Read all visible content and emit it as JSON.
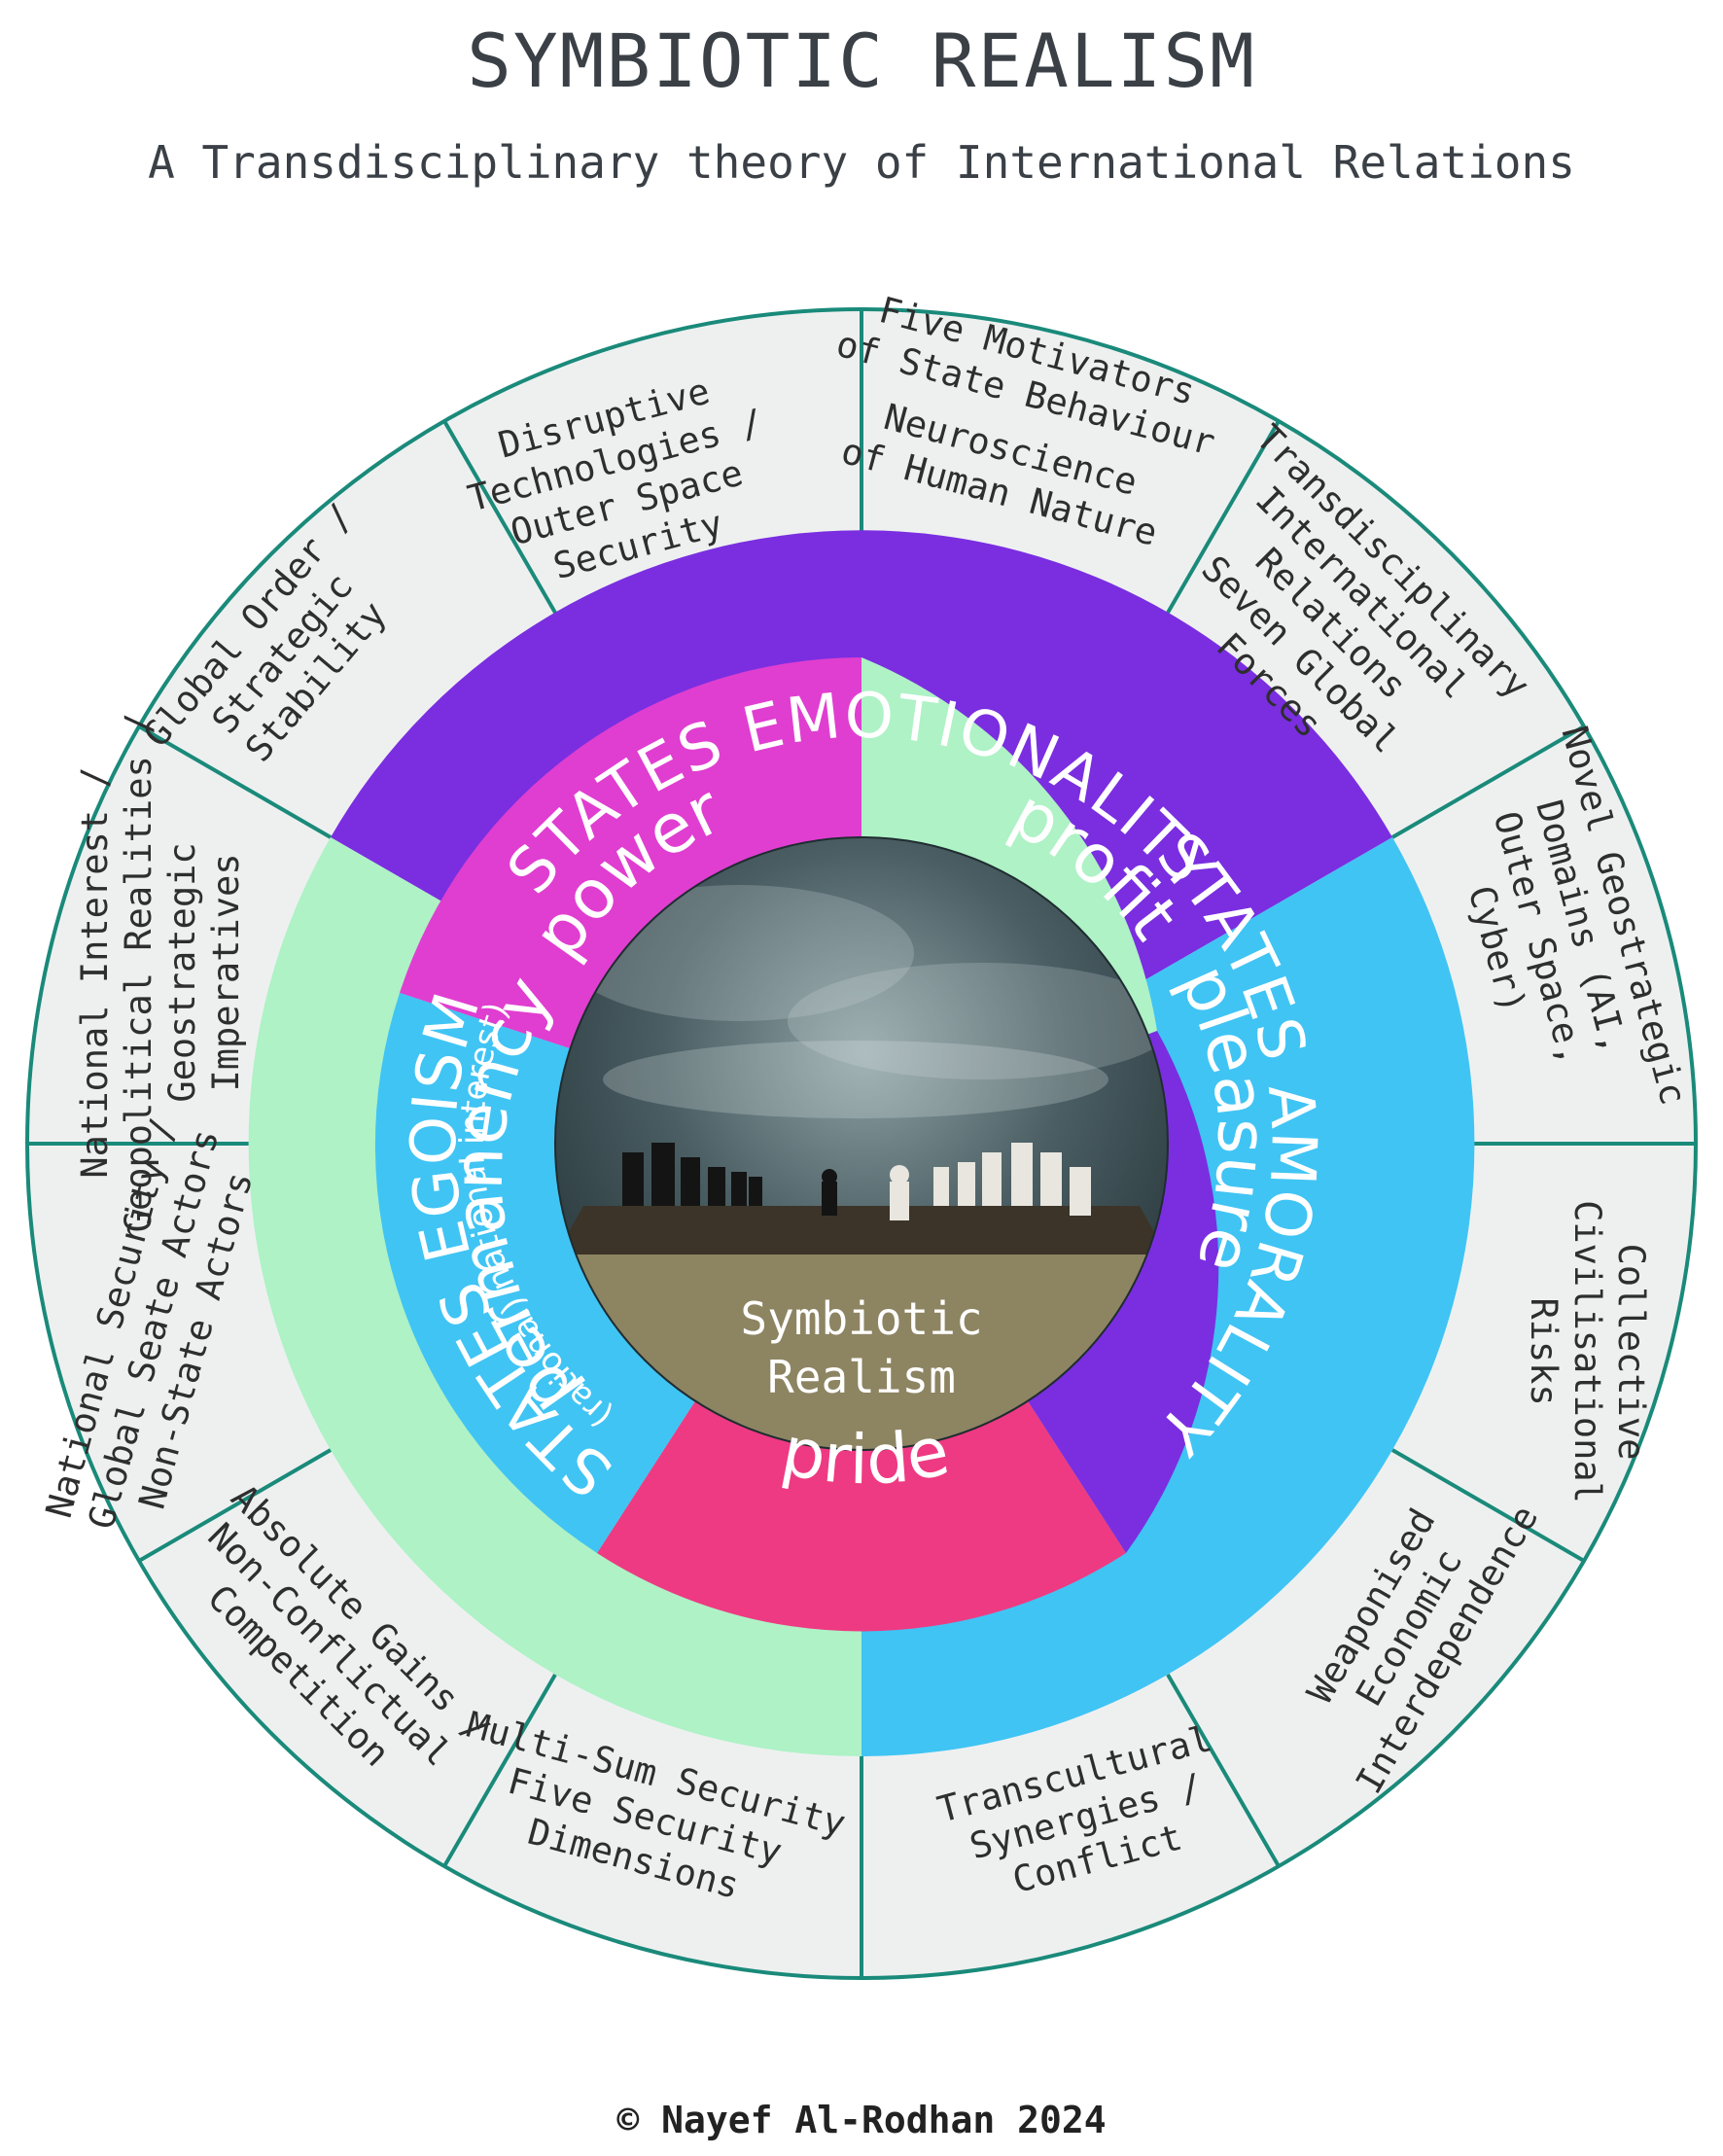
{
  "title": "SYMBIOTIC REALISM",
  "subtitle": "A Transdisciplinary theory of International Relations",
  "copyright": "© Nayef Al-Rodhan 2024",
  "center": {
    "lines": [
      "Symbiotic",
      "Realism"
    ]
  },
  "colors": {
    "outer_fill": "#eef0f0",
    "outer_border": "#1a8a7a",
    "purple": "#7a2ee0",
    "light_green": "#aef2c6",
    "light_blue": "#40c4f4",
    "magenta": "#e03ed0",
    "pink": "#ee3a82",
    "center_bottom": "#8d8462",
    "sky_dark": "#2f4247"
  },
  "outer_segments": [
    {
      "id": "disruptive",
      "lines": [
        "Disruptive",
        "Technologies /",
        "Outer Space",
        "Security"
      ]
    },
    {
      "id": "motivators",
      "lines": [
        "Five Motivators",
        "of State Behaviour",
        "Neuroscience",
        "of Human Nature"
      ]
    },
    {
      "id": "transdisciplinary",
      "lines": [
        "Transdisciplinary",
        "International",
        "Relations",
        "Seven Global",
        "Forces"
      ]
    },
    {
      "id": "novel",
      "lines": [
        "Novel Geostrategic",
        "Domains (AI,",
        "Outer Space,",
        "Cyber)"
      ]
    },
    {
      "id": "collective",
      "lines": [
        "Collective",
        "Civilisational",
        "Risks"
      ]
    },
    {
      "id": "weaponised",
      "lines": [
        "Weaponised",
        "Economic",
        "Interdependence"
      ]
    },
    {
      "id": "transcultural",
      "lines": [
        "Transcultural",
        "Synergies /",
        "Conflict"
      ]
    },
    {
      "id": "multisum",
      "lines": [
        "Multi-Sum Security",
        "Five Security",
        "Dimensions"
      ]
    },
    {
      "id": "absolute",
      "lines": [
        "Absolute Gains /",
        "Non-Conflictual",
        "Competition"
      ]
    },
    {
      "id": "natsec",
      "lines": [
        "National Security /",
        "Global Seate Actors",
        "Non-State Actors"
      ]
    },
    {
      "id": "natint",
      "lines": [
        "National Interest /",
        "Geopolitical Realities /",
        "Geostrategic",
        "Imperatives"
      ]
    },
    {
      "id": "globalorder",
      "lines": [
        "Global Order /",
        "Strategic",
        "Stability"
      ]
    }
  ],
  "ring": {
    "emotionality": "STATES EMOTIONALITY",
    "amorality": "STATES AMORALITY",
    "egoism": "STATES EGOISM",
    "egoism_sub": "(rational) national interest)"
  },
  "inner": {
    "power": "power",
    "profit": "profit",
    "pleasure": "pleasure",
    "pride": "pride",
    "permanency": "permanency"
  }
}
